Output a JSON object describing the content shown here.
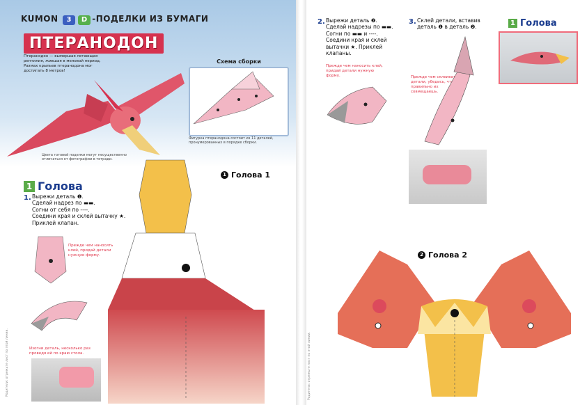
{
  "brand": {
    "publisher": "KUMON",
    "logo_letter_1": "3",
    "logo_letter_2": "D",
    "series_title": "-ПОДЕЛКИ ИЗ БУМАГИ"
  },
  "title": "ПТЕРАНОДОН",
  "intro_text": "Птеранодон — вымершая летающая рептилия, жившая в меловой период. Размах крыльев птеранодона мог достигать 8 метров!",
  "photo_note": "Цвета готовой поделки могут несущественно отличаться от фотографии в тетради.",
  "schema": {
    "title": "Схема сборки",
    "caption": "Фигурка птеранодона состоит из 11 деталей, пронумерованных в порядке сборки."
  },
  "section": {
    "number": "1",
    "title": "Голова"
  },
  "step1": {
    "number": "1.",
    "lines": [
      "Вырежи деталь ❶.",
      "Сделай надрез по ▬▬.",
      "Согни от себя по ----.",
      "Соедини края и склей вытачку ★.",
      "Приклей клапан."
    ],
    "glue_note": "Прежде чем наносить клей, придай детали нужную форму.",
    "bend_note": "Изогни деталь, несколько раз проведя ей по краю стола."
  },
  "step2": {
    "number": "2.",
    "lines": [
      "Вырежи деталь ❷.",
      "Сделай надрезы по ▬▬.",
      "Согни по ▬▬ и ----.",
      "Соедини края и склей",
      "вытачки ★. Приклей",
      "клапаны."
    ],
    "glue_note": "Прежде чем наносить клей, придай детали нужную форму."
  },
  "step3": {
    "number": "3.",
    "lines": [
      "Склей детали, вставив",
      "деталь ❶ в деталь ❷."
    ],
    "glue_note": "Прежде чем склеивать детали, убедись, что правильно их совмещаешь."
  },
  "right_section": {
    "number": "1",
    "title": "Голова"
  },
  "part1_label": "Голова 1",
  "part1_num": "1",
  "part2_label": "Голова 2",
  "part2_num": "2",
  "cut_note": "Родители: отрежьте лист по этой линии.",
  "colors": {
    "beak_yellow": "#f3c04a",
    "head_pink_dark": "#c9444a",
    "wing_orange": "#e56f58",
    "title_red": "#d6324f",
    "heading_blue": "#1c3d8f",
    "section_green": "#5aab48"
  }
}
